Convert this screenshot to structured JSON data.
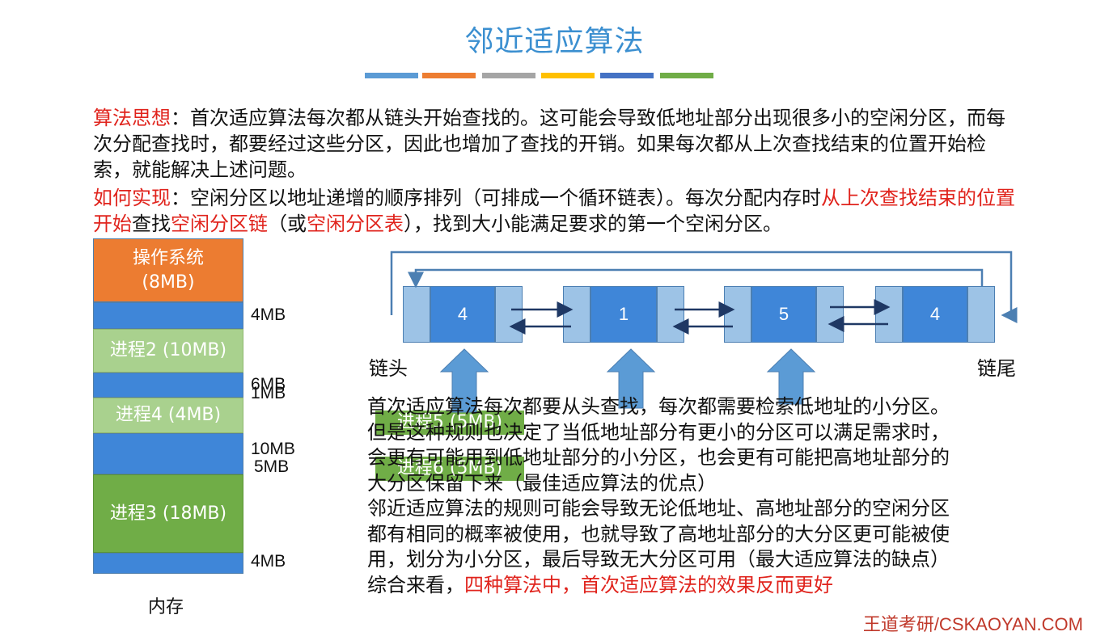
{
  "title": "邻近适应算法",
  "title_bar_colors": [
    "#5b9bd5",
    "#ed7d31",
    "#a5a5a5",
    "#ffc000",
    "#4472c4",
    "#70ad47"
  ],
  "idea": {
    "label": "算法思想",
    "text": "：首次适应算法每次都从链头开始查找的。这可能会导致低地址部分出现很多小的空闲分区，而每次分配查找时，都要经过这些分区，因此也增加了查找的开销。如果每次都从上次查找结束的位置开始检索，就能解决上述问题。"
  },
  "impl": {
    "label": "如何实现",
    "t1": "：空闲分区以地址递增的顺序排列（可排成一个循环链表）。每次分配内存时",
    "r1": "从上次查找结束的位置开始",
    "t2": "查找",
    "r2": "空闲分区链",
    "t3": "（或",
    "r3": "空闲分区表",
    "t4": "），找到大小能满足要求的第一个空闲分区。"
  },
  "memory": {
    "label": "内存",
    "blocks": [
      {
        "label": "操作系统",
        "sub": "(8MB)",
        "kind": "os"
      },
      {
        "label": "",
        "kind": "free",
        "size": "4MB"
      },
      {
        "label": "进程2 (10MB)",
        "kind": "p2"
      },
      {
        "label": "",
        "kind": "free",
        "size": "6MB",
        "size2": "1MB"
      },
      {
        "label": "进程4 (4MB)",
        "kind": "p4"
      },
      {
        "label": "",
        "kind": "free",
        "size": "10MB",
        "size2": "5MB"
      },
      {
        "label": "进程3 (18MB)",
        "kind": "p3"
      },
      {
        "label": "",
        "kind": "free",
        "size": "4MB"
      }
    ]
  },
  "processes": [
    "进程5 (5MB)",
    "进程6 (5MB)"
  ],
  "list": {
    "head_label": "链头",
    "tail_label": "链尾",
    "nodes": [
      "4",
      "1",
      "5",
      "4"
    ]
  },
  "explanation": {
    "lines": [
      "首次适应算法每次都要从头查找，每次都需要检索低地址的小分区。",
      "但是这种规则也决定了当低地址部分有更小的分区可以满足需求时，",
      "会更有可能用到低地址部分的小分区，也会更有可能把高地址部分的",
      "大分区保留下来（最佳适应算法的优点）",
      "邻近适应算法的规则可能会导致无论低地址、高地址部分的空闲分区",
      "都有相同的概率被使用，也就导致了高地址部分的大分区更可能被使",
      "用，划分为小分区，最后导致无大分区可用（最大适应算法的缺点）"
    ],
    "conclusion_prefix": "综合来看，",
    "conclusion_red": "四种算法中，首次适应算法的效果反而更好"
  },
  "footer": "王道考研/CSKAOYAN.COM"
}
